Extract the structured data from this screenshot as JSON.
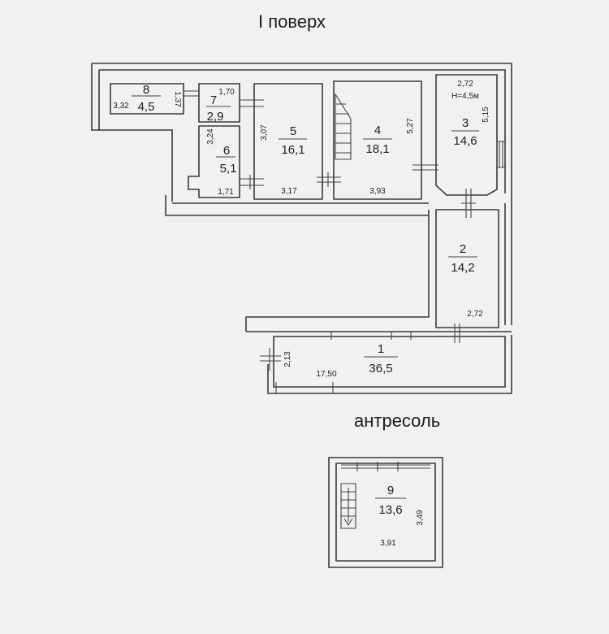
{
  "floor_title": "І поверх",
  "mezzanine_title": "антресоль",
  "colors": {
    "wall": "#3a3a3a",
    "line": "#555555",
    "paper": "#f1f1f0"
  },
  "rooms": [
    {
      "id": "1",
      "number": "1",
      "area": "36,5"
    },
    {
      "id": "2",
      "number": "2",
      "area": "14,2"
    },
    {
      "id": "3",
      "number": "3",
      "area": "14,6"
    },
    {
      "id": "4",
      "number": "4",
      "area": "18,1"
    },
    {
      "id": "5",
      "number": "5",
      "area": "16,1"
    },
    {
      "id": "6",
      "number": "6",
      "area": "5,1"
    },
    {
      "id": "7",
      "number": "7",
      "area": "2,9"
    },
    {
      "id": "8",
      "number": "8",
      "area": "4,5"
    },
    {
      "id": "9",
      "number": "9",
      "area": "13,6"
    }
  ],
  "dimensions": {
    "r8_w": "3,32",
    "r8_h": "1,37",
    "r7_w": "1,70",
    "r6_h": "3,24",
    "r6_w": "1,71",
    "r5_h": "3,07",
    "r5_w": "3,17",
    "r4_h": "5,27",
    "r4_w": "3,93",
    "r3_w": "2,72",
    "r3_height": "H=4,5м",
    "r3_h": "5,15",
    "r2_w": "2,72",
    "r1_h": "2,13",
    "r1_w": "17,50",
    "r9_h": "3,49",
    "r9_w": "3,91"
  }
}
